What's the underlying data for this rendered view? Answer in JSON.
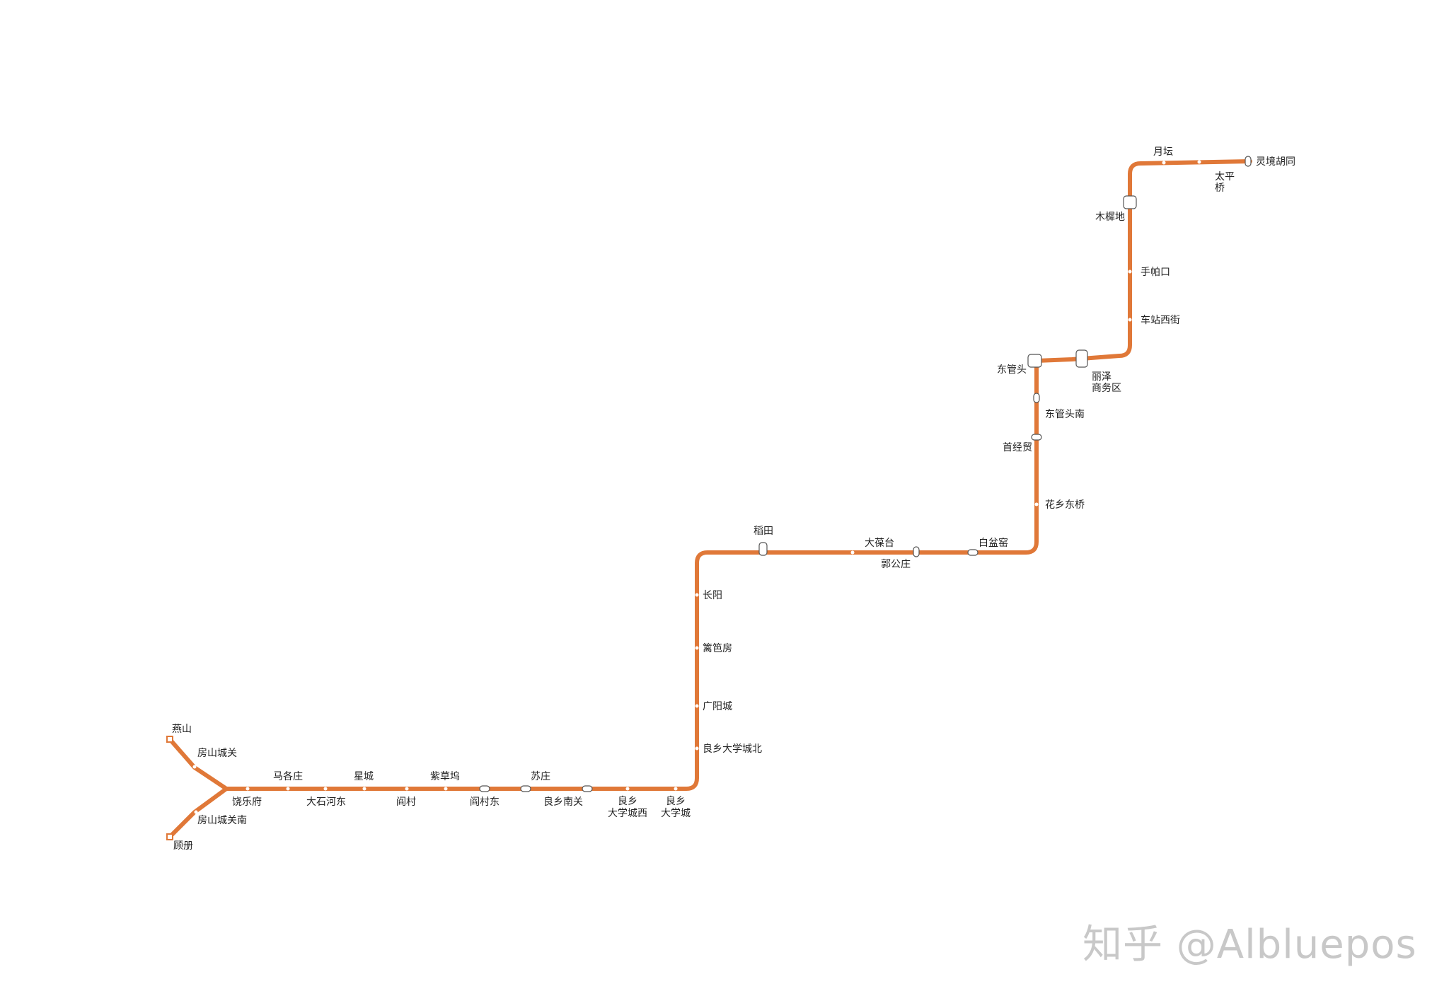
{
  "line_color": "#e07838",
  "stations": {
    "yanshan": "燕山",
    "fangshan_chengguan": "房山城关",
    "fangshan_chengguan_nan": "房山城关南",
    "guce": "顾册",
    "raolefu": "饶乐府",
    "mageszhuang": "马各庄",
    "dashihedong": "大石河东",
    "xingcheng": "星城",
    "yancun": "阎村",
    "zicaowu": "紫草坞",
    "yancundong": "阎村东",
    "suzhuang": "苏庄",
    "liangxiang_nanguan": "良乡南关",
    "liangxiang_daxuechengxi_1": "良乡",
    "liangxiang_daxuechengxi_2": "大学城西",
    "liangxiang_daxuecheng_1": "良乡",
    "liangxiang_daxuecheng_2": "大学城",
    "liangxiang_daxuechengbei": "良乡大学城北",
    "guangyangcheng": "广阳城",
    "libafang": "篱笆房",
    "changyang": "长阳",
    "daotian": "稻田",
    "dabaotai": "大葆台",
    "guogongzhuang": "郭公庄",
    "baipenyao": "白盆窑",
    "huaxiangdongqiao": "花乡东桥",
    "shoujingmao": "首经贸",
    "dongguantounan": "东管头南",
    "dongguantou": "东管头",
    "lize_1": "丽泽",
    "lize_2": "商务区",
    "chezhanxijie": "车站西街",
    "shoupakou": "手帕口",
    "muxidi": "木樨地",
    "yuetan": "月坛",
    "taipingqiao_1": "太平",
    "taipingqiao_2": "桥",
    "lingjinghutong": "灵境胡同"
  },
  "watermark": "知乎 @Albluepos"
}
